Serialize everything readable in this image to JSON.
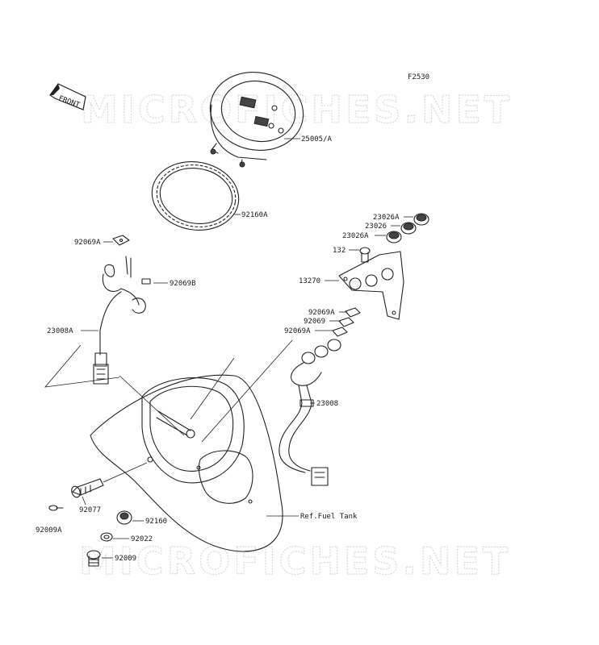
{
  "figure_id": "F2530",
  "watermark": "MICROFICHES.NET",
  "front_arrow": "FRONT",
  "labels": {
    "speedometer": "25005/A",
    "ring": "92160A",
    "clip_left_top": "92069A",
    "clip_left_mid": "92069B",
    "harness_left": "23008A",
    "cap_top": "23026A",
    "cap_mid": "23026",
    "cap_low": "23026A",
    "screw": "132",
    "bracket": "13270",
    "clip_r1": "92069A",
    "clip_r2": "92069",
    "clip_r3": "92069A",
    "harness_right": "23008",
    "knob": "92077",
    "knob_screw": "92009A",
    "grommet": "92160",
    "washer": "92022",
    "bolt": "92009",
    "ref_tank": "Ref.Fuel Tank"
  }
}
